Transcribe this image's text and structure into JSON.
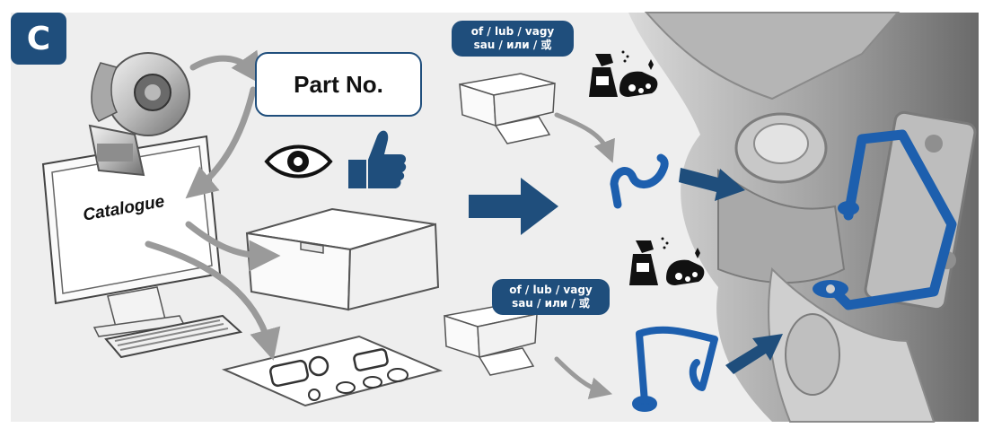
{
  "step_label": "C",
  "part_number_label": "Part No.",
  "catalogue_label": "Catalogue",
  "bubble_top": {
    "line1": "of / lub / vagy",
    "line2": "sau / или / 或"
  },
  "bubble_bottom": {
    "line1": "of / lub / vagy",
    "line2": "sau / или / 或"
  },
  "icons": [
    "turbocharger-icon",
    "monitor-icon",
    "eye-icon",
    "thumbs-up-icon",
    "box-icon",
    "gasket-set-icon",
    "spray-bottle-icon",
    "washing-hands-icon",
    "oil-pipe-icon"
  ],
  "colors": {
    "brand_blue": "#1f4e7c",
    "pipe_blue": "#1d5fae",
    "arrow_grey": "#9a9a9a"
  }
}
